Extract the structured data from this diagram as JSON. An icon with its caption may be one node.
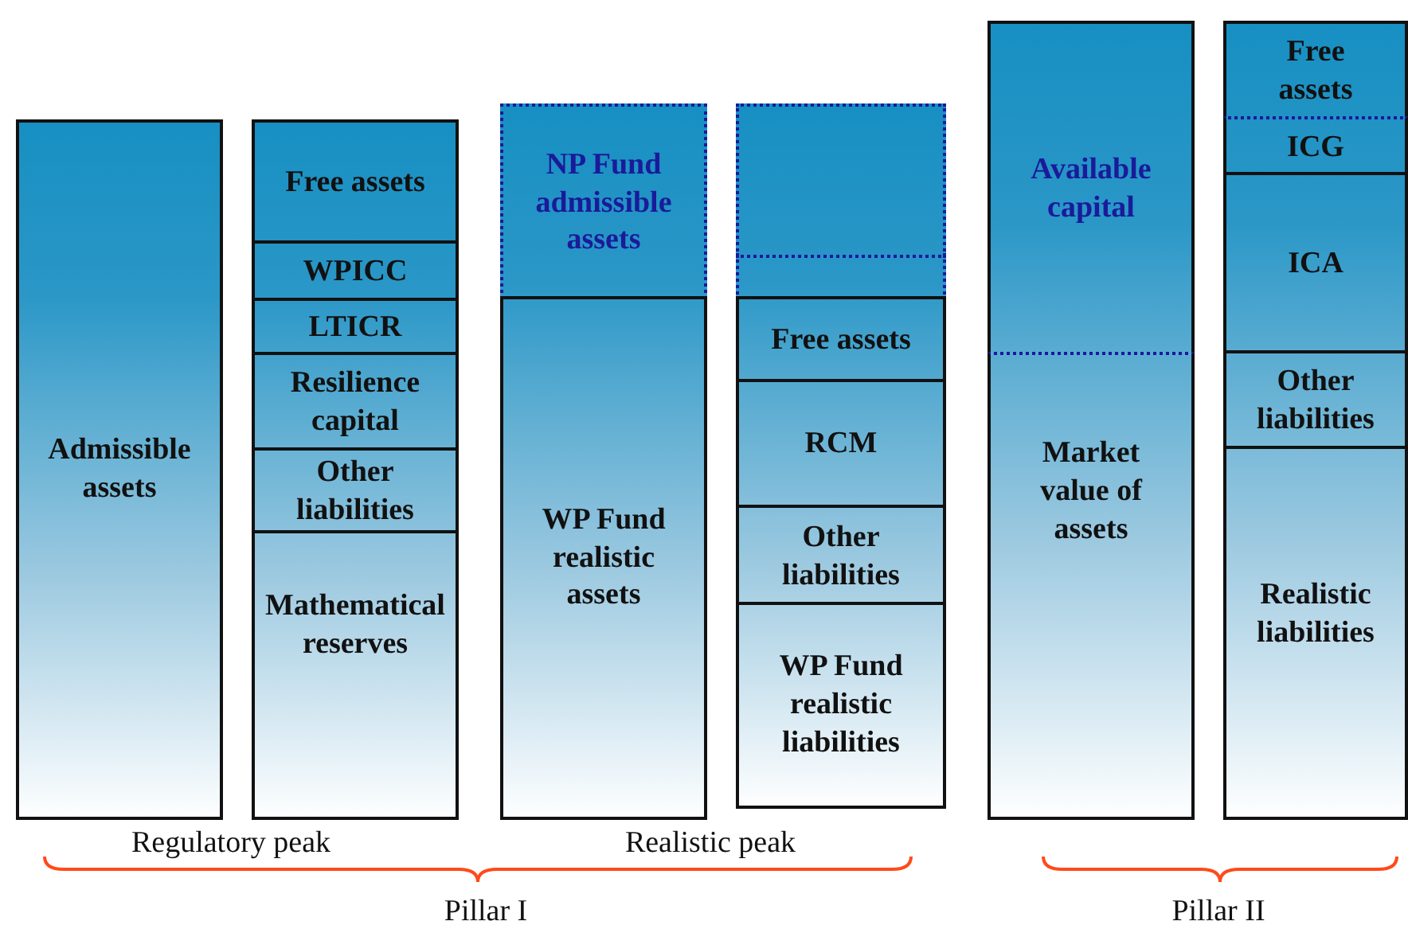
{
  "diagram": {
    "nodes": [
      {
        "text": [
          "Admissible assets"
        ]
      },
      {
        "text": [
          "Free assets"
        ]
      },
      {
        "text": [
          "WPICC"
        ]
      },
      {
        "text": [
          "LTICR"
        ]
      },
      {
        "text": [
          "Resilience capital"
        ]
      },
      {
        "text": [
          "Other liabilities"
        ]
      },
      {
        "text": [
          "Mathematical reserves"
        ]
      },
      {
        "text": [
          "NP Fund admissible assets"
        ]
      },
      {
        "text": [
          "WP Fund realistic assets"
        ]
      },
      {
        "text": [],
        "shape": "box"
      },
      {
        "text": [],
        "shape": "box"
      },
      {
        "text": [
          "Free assets"
        ]
      },
      {
        "text": [
          "RCM"
        ]
      },
      {
        "text": [
          "Other liabilities"
        ]
      },
      {
        "text": [
          "WP Fund realistic liabilities"
        ]
      },
      {
        "text": [
          "Available capital"
        ]
      },
      {
        "text": [
          "Market value of assets"
        ]
      },
      {
        "text": [
          "Free assets"
        ]
      },
      {
        "text": [
          "ICG"
        ]
      },
      {
        "text": [
          "ICA"
        ]
      },
      {
        "text": [
          "Other liabilities"
        ]
      },
      {
        "text": [
          "Realistic liabilities"
        ]
      }
    ],
    "labels": [
      "Regulatory peak",
      "Realistic peak",
      "Pillar I",
      "Pillar II"
    ]
  }
}
